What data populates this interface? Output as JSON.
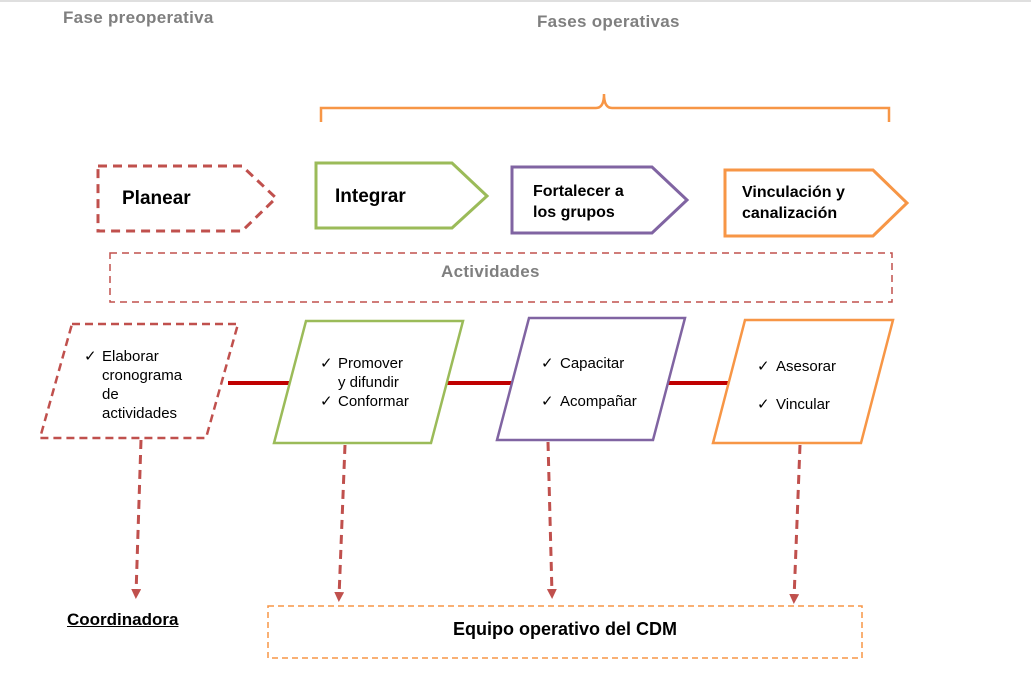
{
  "headers": {
    "preoperative": "Fase preoperativa",
    "operative": "Fases operativas"
  },
  "phases": [
    {
      "label": "Planear",
      "color": "#c0504d",
      "style": "dashed"
    },
    {
      "label": "Integrar",
      "color": "#9bbb59",
      "style": "solid"
    },
    {
      "label_lines": [
        "Fortalecer a",
        "los grupos"
      ],
      "color": "#8064a2",
      "style": "solid"
    },
    {
      "label_lines": [
        "Vinculación y",
        "canalización"
      ],
      "color": "#f79646",
      "style": "solid"
    }
  ],
  "activities_label": "Actividades",
  "activity_boxes": [
    {
      "items": [
        {
          "check": "✓",
          "lines": [
            "Elaborar",
            "cronograma",
            "de",
            "actividades"
          ]
        }
      ],
      "color": "#c0504d"
    },
    {
      "items": [
        {
          "check": "✓",
          "lines": [
            "Promover",
            "y difundir"
          ]
        },
        {
          "check": "✓",
          "lines": [
            "Conformar"
          ]
        }
      ],
      "color": "#9bbb59"
    },
    {
      "items": [
        {
          "check": "✓",
          "lines": [
            "Capacitar"
          ]
        },
        {
          "check": "✓",
          "lines": [
            "Acompañar"
          ]
        }
      ],
      "color": "#8064a2"
    },
    {
      "items": [
        {
          "check": "✓",
          "lines": [
            "Asesorar"
          ]
        },
        {
          "check": "✓",
          "lines": [
            "Vincular"
          ]
        }
      ],
      "color": "#f79646"
    }
  ],
  "bottom": {
    "coordinator": "Coordinadora",
    "team": "Equipo operativo del CDM"
  },
  "colors": {
    "connector": "#c00000",
    "arrow": "#c0504d",
    "header_text": "#7f7f7f",
    "activities_border": "#c0504d",
    "team_border": "#f79646",
    "bracket": "#f79646"
  }
}
